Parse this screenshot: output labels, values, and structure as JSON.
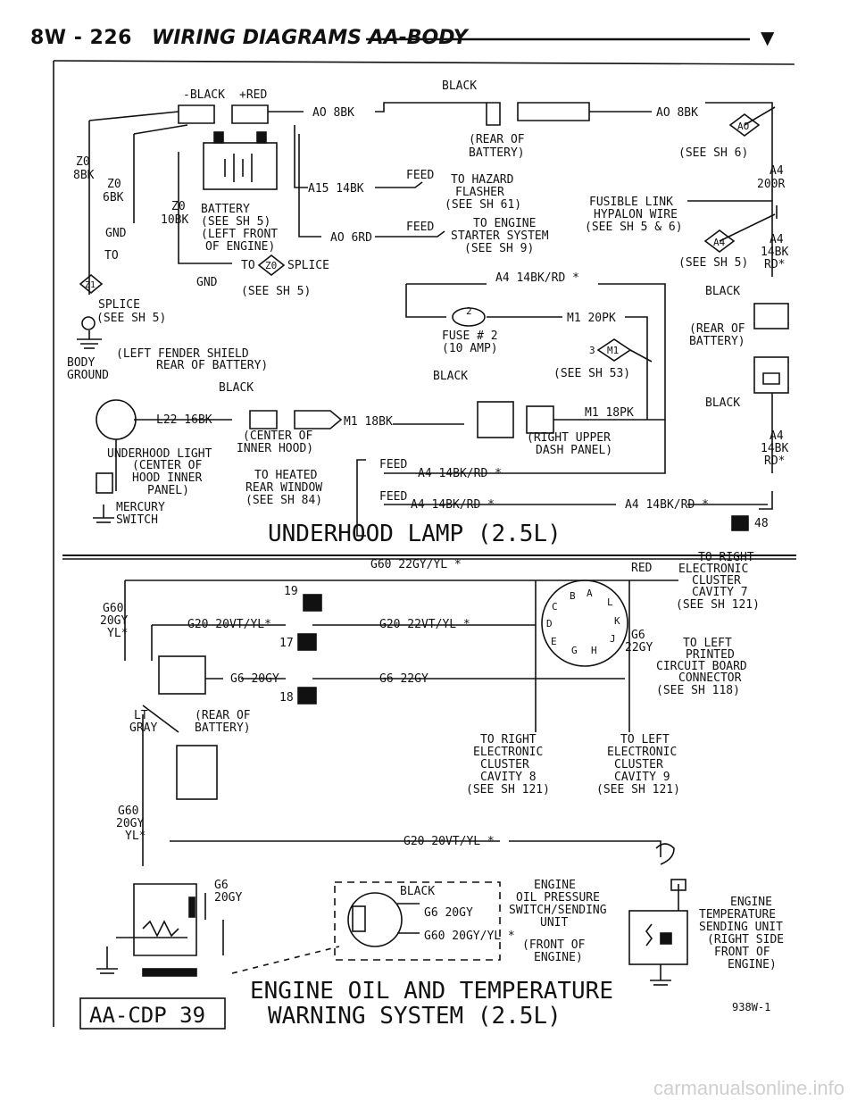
{
  "page": {
    "number": "8W - 226",
    "title": "WIRING DIAGRAMS AA-BODY",
    "marker": "▼"
  },
  "diagram_top": {
    "title": "UNDERHOOD LAMP (2.5L)",
    "labels": {
      "neg_black": "-BLACK",
      "pos_red": "+RED",
      "black_top": "BLACK",
      "ao8bk_left": "AO 8BK",
      "ao8bk_right": "AO 8BK",
      "rear_batt_1": "(REAR OF",
      "rear_batt_2": "BATTERY)",
      "see_sh6": "(SEE SH 6)",
      "ao_symbol": "AO",
      "a4_200r_1": "A4",
      "a4_200r_2": "200R",
      "z0_8bk_1": "Z0",
      "z0_8bk_2": "8BK",
      "z0_6bk_1": "Z0",
      "z0_6bk_2": "6BK",
      "z0_10bk_1": "Z0",
      "z0_10bk_2": "10BK",
      "gnd_1": "GND",
      "to_1": "TO",
      "battery_1": "BATTERY",
      "battery_2": "(SEE SH 5)",
      "battery_3": "(LEFT FRONT",
      "battery_4": "OF ENGINE)",
      "feed_1": "FEED",
      "a15": "A15 14BK",
      "hazard_1": "TO HAZARD",
      "hazard_2": "FLASHER",
      "hazard_3": "(SEE SH 61)",
      "fusible_1": "FUSIBLE LINK",
      "fusible_2": "HYPALON WIRE",
      "fusible_3": "(SEE SH 5 & 6)",
      "feed_2": "FEED",
      "ao6rd": "AO 6RD",
      "starter_1": "TO ENGINE",
      "starter_2": "STARTER SYSTEM",
      "starter_3": "(SEE SH 9)",
      "a4_sym": "A4",
      "a4_14bk_1": "A4",
      "a4_14bk_2": "14BK",
      "a4_14bk_3": "RD*",
      "see_sh5_r": "(SEE SH 5)",
      "to_z0": "TO",
      "z0_sym": "Z0",
      "splice_1": "SPLICE",
      "gnd_2": "GND",
      "see_sh5_c": "(SEE SH 5)",
      "z1_sym": "Z1",
      "splice_l1": "SPLICE",
      "splice_l2": "(SEE SH 5)",
      "a4_14bkrd": "A4 14BK/RD *",
      "black_r": "BLACK",
      "fuse_num": "2",
      "m1_20pk": "M1 20PK",
      "fuse_1": "FUSE # 2",
      "fuse_2": "(10 AMP)",
      "rear_batt_r1": "(REAR OF",
      "rear_batt_r2": "BATTERY)",
      "body_gnd_1": "BODY",
      "body_gnd_2": "GROUND",
      "fender_1": "(LEFT FENDER SHIELD",
      "fender_2": "REAR OF BATTERY)",
      "m1_sym_n": "3",
      "m1_sym": "M1",
      "see_sh53": "(SEE SH 53)",
      "black_c": "BLACK",
      "black_c2": "BLACK",
      "black_r2": "BLACK",
      "l22": "L22 16BK",
      "m1_18bk": "M1 18BK",
      "m1_18pk": "M1 18PK",
      "center_1": "(CENTER OF",
      "center_2": "INNER HOOD)",
      "dash_1": "(RIGHT UPPER",
      "dash_2": "DASH PANEL)",
      "ul_1": "UNDERHOOD LIGHT",
      "ul_2": "(CENTER OF",
      "ul_3": "HOOD INNER",
      "ul_4": "PANEL)",
      "merc_1": "MERCURY",
      "merc_2": "SWITCH",
      "heated_1": "TO HEATED",
      "heated_2": "REAR WINDOW",
      "heated_3": "(SEE SH 84)",
      "feed_3": "FEED",
      "a4_14bkrd_2": "A4 14BK/RD *",
      "feed_4": "FEED",
      "a4_14bkrd_3": "A4 14BK/RD *",
      "a4_14bkrd_4": "A4 14BK/RD *",
      "a4_r2_1": "A4",
      "a4_r2_2": "14BK",
      "a4_r2_3": "RD*",
      "conn_48": "48"
    }
  },
  "diagram_bottom": {
    "title_1": "ENGINE OIL AND TEMPERATURE",
    "title_2": "WARNING SYSTEM (2.5L)",
    "page_id": "AA-CDP 39",
    "fig_no": "938W-1",
    "labels": {
      "g60_22": "G60 22GY/YL *",
      "to_right_1": "TO RIGHT",
      "to_right_2": "ELECTRONIC",
      "to_right_3": "CLUSTER",
      "to_right_4": "CAVITY 7",
      "to_right_5": "(SEE SH 121)",
      "red": "RED",
      "c19": "19",
      "c17": "17",
      "c18": "18",
      "g60_20_1": "G60",
      "g60_20_2": "20GY",
      "g60_20_3": "YL*",
      "g20_20": "G20 20VT/YL*",
      "g20_22": "G20 22VT/YL *",
      "pin_c": "C",
      "pin_b": "B",
      "pin_a": "A",
      "pin_l": "L",
      "pin_d": "D",
      "pin_k": "K",
      "pin_e": "E",
      "pin_g": "G",
      "pin_h": "H",
      "pin_j": "J",
      "g6_22_1": "G6",
      "g6_22_2": "22GY",
      "to_left_1": "TO LEFT",
      "to_left_2": "PRINTED",
      "to_left_3": "CIRCUIT BOARD",
      "to_left_4": "CONNECTOR",
      "to_left_5": "(SEE SH 118)",
      "g6_20": "G6 20GY",
      "g6_22": "G6 22GY",
      "lt_1": "LT",
      "lt_2": "GRAY",
      "rear_1": "(REAR OF",
      "rear_2": "BATTERY)",
      "cav8_1": "TO RIGHT",
      "cav8_2": "ELECTRONIC",
      "cav8_3": "CLUSTER",
      "cav8_4": "CAVITY 8",
      "cav8_5": "(SEE SH 121)",
      "cav9_1": "TO LEFT",
      "cav9_2": "ELECTRONIC",
      "cav9_3": "CLUSTER",
      "cav9_4": "CAVITY 9",
      "cav9_5": "(SEE SH 121)",
      "g60_b_1": "G60",
      "g60_b_2": "20GY",
      "g60_b_3": "YL*",
      "g20_b": "G20 20VT/YL *",
      "g6_b_1": "G6",
      "g6_b_2": "20GY",
      "black_b": "BLACK",
      "g6_20gy_b": "G6 20GY",
      "g60_20gy_b": "G60 20GY/YL *",
      "oil_1": "ENGINE",
      "oil_2": "OIL PRESSURE",
      "oil_3": "SWITCH/SENDING",
      "oil_4": "UNIT",
      "oil_5": "(FRONT OF",
      "oil_6": "ENGINE)",
      "temp_1": "ENGINE",
      "temp_2": "TEMPERATURE",
      "temp_3": "SENDING UNIT",
      "temp_4": "(RIGHT SIDE",
      "temp_5": "FRONT OF",
      "temp_6": "ENGINE)"
    }
  },
  "watermark": "carmanualsonline.info"
}
